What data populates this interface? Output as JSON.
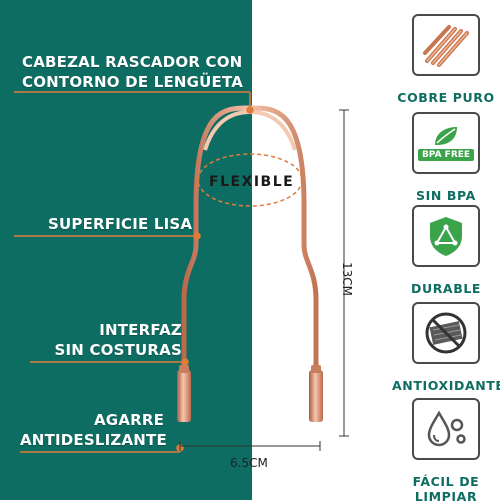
{
  "callouts": {
    "head_line1": "CABEZAL RASCADOR CON",
    "head_line2": "CONTORNO DE LENGÜETA",
    "smooth": "SUPERFICIE LISA",
    "seamless_line1": "INTERFAZ",
    "seamless_line2": "SIN COSTURAS",
    "grip_line1": "AGARRE",
    "grip_line2": "ANTIDESLIZANTE"
  },
  "flexible_label": "FLEXIBLE",
  "dimensions": {
    "height": "13CM",
    "width": "6.5CM"
  },
  "features": [
    {
      "label": "COBRE PURO",
      "icon": "copper-wire-icon"
    },
    {
      "label": "SIN BPA",
      "icon": "bpa-free-leaf-icon",
      "badge": "BPA FREE"
    },
    {
      "label": "DURABLE",
      "icon": "shield-triangle-icon"
    },
    {
      "label": "ANTIOXIDANTE",
      "icon": "no-rust-icon"
    },
    {
      "label": "FÁCIL DE LIMPIAR",
      "icon": "water-drops-icon"
    }
  ],
  "colors": {
    "teal": "#0e6d62",
    "copper": "#d8896a",
    "orange": "#e07b39",
    "leaf_green": "#3ba349"
  }
}
